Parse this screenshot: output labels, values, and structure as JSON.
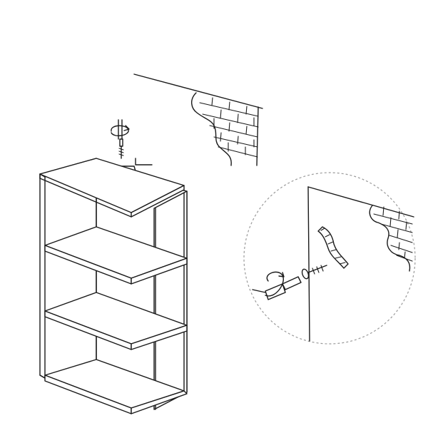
{
  "figure": {
    "kind": "assembly-instruction",
    "parts": [
      "bookshelf",
      "wall",
      "wall-anchor",
      "screw",
      "screwdriver",
      "detail-callout"
    ],
    "colors": {
      "line": "#1a1a1a",
      "background": "#ffffff",
      "callout_border": "#9a9a9a"
    }
  }
}
